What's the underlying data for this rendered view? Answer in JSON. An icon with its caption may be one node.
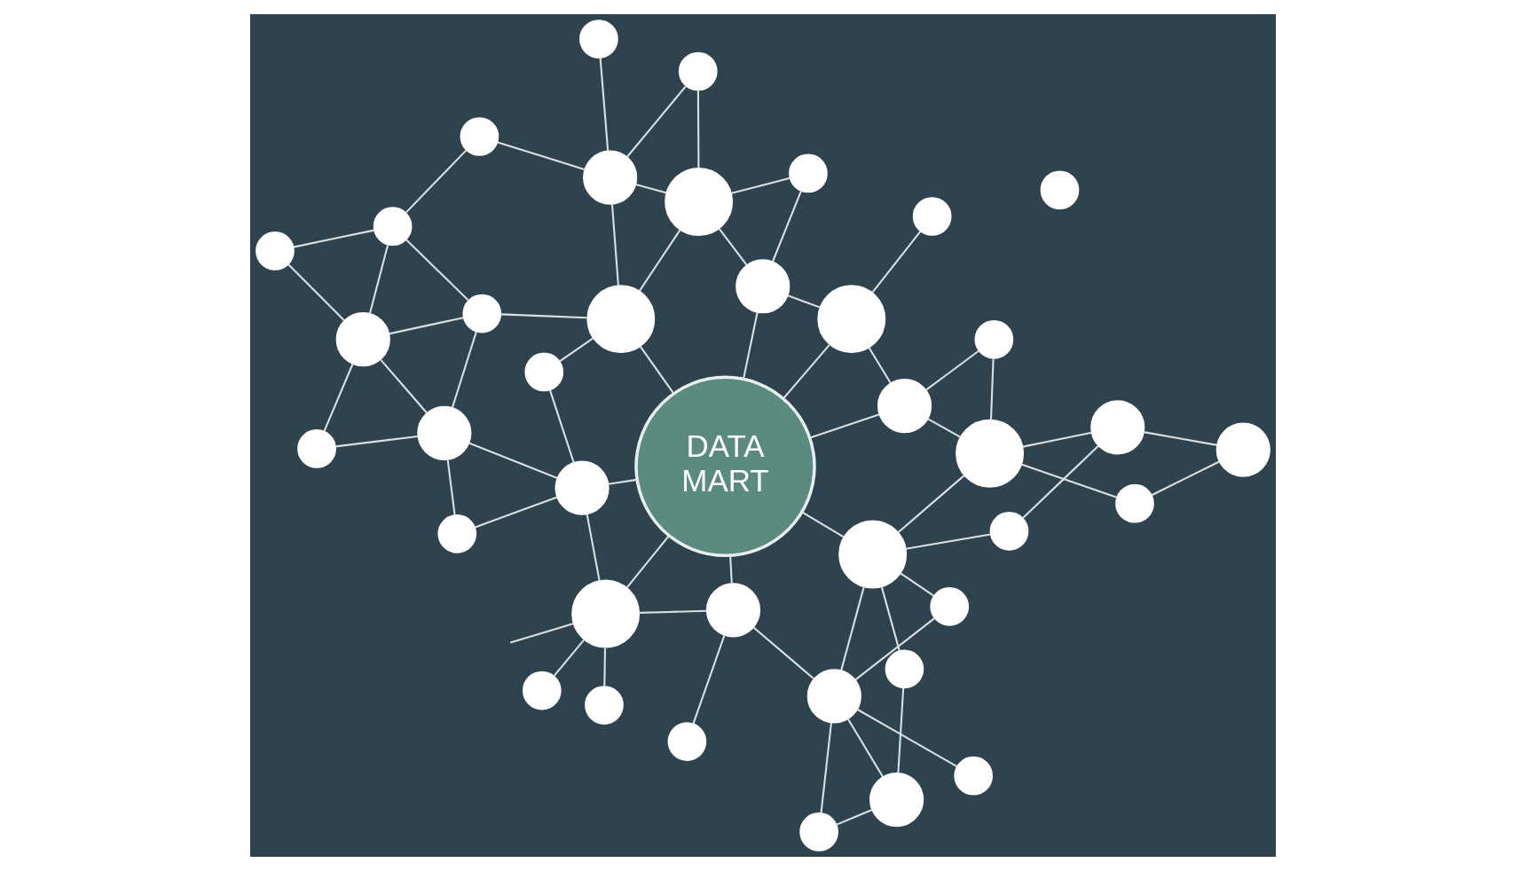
{
  "diagram": {
    "nodes": [
      {
        "text": [
          "DATA MART"
        ]
      },
      {
        "text": [],
        "shape": "circle"
      },
      {
        "text": [],
        "shape": "circle"
      },
      {
        "text": [],
        "shape": "circle"
      },
      {
        "text": [],
        "shape": "circle"
      },
      {
        "text": [],
        "shape": "circle"
      },
      {
        "text": [],
        "shape": "circle"
      },
      {
        "text": [],
        "shape": "circle"
      },
      {
        "text": [],
        "shape": "circle"
      },
      {
        "text": [],
        "shape": "circle"
      },
      {
        "text": [],
        "shape": "circle"
      },
      {
        "text": [],
        "shape": "circle"
      },
      {
        "text": [],
        "shape": "circle"
      },
      {
        "text": [],
        "shape": "circle"
      },
      {
        "text": [],
        "shape": "circle"
      },
      {
        "text": [],
        "shape": "circle"
      },
      {
        "text": [],
        "shape": "circle"
      },
      {
        "text": [],
        "shape": "circle"
      },
      {
        "text": [],
        "shape": "circle"
      },
      {
        "text": [],
        "shape": "circle"
      },
      {
        "text": [],
        "shape": "circle"
      },
      {
        "text": [],
        "shape": "circle"
      },
      {
        "text": [],
        "shape": "circle"
      },
      {
        "text": [],
        "shape": "circle"
      },
      {
        "text": [],
        "shape": "circle"
      },
      {
        "text": [],
        "shape": "circle"
      },
      {
        "text": [],
        "shape": "circle"
      },
      {
        "text": [],
        "shape": "circle"
      },
      {
        "text": [],
        "shape": "circle"
      },
      {
        "text": [],
        "shape": "circle"
      },
      {
        "text": [],
        "shape": "circle"
      },
      {
        "text": [],
        "shape": "circle"
      },
      {
        "text": [],
        "shape": "circle"
      },
      {
        "text": [],
        "shape": "circle"
      },
      {
        "text": [],
        "shape": "circle"
      },
      {
        "text": [],
        "shape": "circle"
      },
      {
        "text": [],
        "shape": "circle"
      },
      {
        "text": [],
        "shape": "circle"
      },
      {
        "text": [],
        "shape": "circle"
      },
      {
        "text": [],
        "shape": "circle"
      }
    ],
    "edges": [
      {
        "from": 6,
        "to": 10,
        "arrow": "none"
      },
      {
        "from": 6,
        "to": 12,
        "arrow": "none"
      },
      {
        "from": 5,
        "to": 12,
        "arrow": "none"
      },
      {
        "from": 5,
        "to": 14,
        "arrow": "none"
      },
      {
        "from": 10,
        "to": 12,
        "arrow": "none"
      },
      {
        "from": 10,
        "to": 17,
        "arrow": "none"
      },
      {
        "from": 10,
        "to": 20,
        "arrow": "none"
      },
      {
        "from": 10,
        "to": 16,
        "arrow": "none"
      },
      {
        "from": 12,
        "to": 16,
        "arrow": "none"
      },
      {
        "from": 12,
        "to": 14,
        "arrow": "none"
      },
      {
        "from": 16,
        "to": 20,
        "arrow": "none"
      },
      {
        "from": 16,
        "to": 22,
        "arrow": "none"
      },
      {
        "from": 17,
        "to": 20,
        "arrow": "none"
      },
      {
        "from": 19,
        "to": 14,
        "arrow": "none"
      },
      {
        "from": 19,
        "to": 22,
        "arrow": "none"
      },
      {
        "from": 22,
        "to": 0,
        "arrow": "none"
      },
      {
        "from": 20,
        "to": 24,
        "arrow": "none"
      },
      {
        "from": 24,
        "to": 26,
        "arrow": "none"
      },
      {
        "from": 26,
        "to": 22,
        "arrow": "none"
      },
      {
        "from": 26,
        "to": 28,
        "arrow": "none"
      },
      {
        "from": 26,
        "to": 34,
        "arrow": "none"
      },
      {
        "from": 26,
        "to": 29,
        "arrow": "none"
      },
      {
        "from": 22,
        "to": 29,
        "arrow": "none"
      },
      {
        "from": 29,
        "to": 34,
        "arrow": "none"
      },
      {
        "from": 29,
        "to": 38,
        "arrow": "none"
      },
      {
        "from": 29,
        "to": 33,
        "arrow": "none"
      },
      {
        "from": 38,
        "to": 33,
        "arrow": "none"
      },
      {
        "from": 1,
        "to": 8,
        "arrow": "none"
      },
      {
        "from": 2,
        "to": 8,
        "arrow": "none"
      },
      {
        "from": 8,
        "to": 14,
        "arrow": "none"
      },
      {
        "from": 8,
        "to": 0,
        "arrow": "none"
      },
      {
        "from": 8,
        "to": 13,
        "arrow": "none"
      },
      {
        "from": 13,
        "to": 7,
        "arrow": "none"
      },
      {
        "from": 13,
        "to": 11,
        "arrow": "none"
      },
      {
        "from": 13,
        "to": 0,
        "arrow": "none"
      },
      {
        "from": 14,
        "to": 0,
        "arrow": "none"
      },
      {
        "from": 4,
        "to": 11,
        "arrow": "none"
      },
      {
        "from": 3,
        "to": 11,
        "arrow": "none"
      },
      {
        "from": 3,
        "to": 9,
        "arrow": "none"
      },
      {
        "from": 11,
        "to": 9,
        "arrow": "none"
      },
      {
        "from": 11,
        "to": 15,
        "arrow": "none"
      },
      {
        "from": 11,
        "to": 21,
        "arrow": "none"
      },
      {
        "from": 15,
        "to": 21,
        "arrow": "none"
      },
      {
        "from": 9,
        "to": 18,
        "arrow": "none"
      },
      {
        "from": 18,
        "to": 21,
        "arrow": "none"
      },
      {
        "from": 21,
        "to": 0,
        "arrow": "none"
      },
      {
        "from": 21,
        "to": 23,
        "arrow": "none"
      },
      {
        "from": 23,
        "to": 25,
        "arrow": "none"
      },
      {
        "from": 21,
        "to": 30,
        "arrow": "none"
      },
      {
        "from": 25,
        "to": 30,
        "arrow": "none"
      },
      {
        "from": 25,
        "to": 32,
        "arrow": "none"
      },
      {
        "from": 32,
        "to": 36,
        "arrow": "none"
      },
      {
        "from": 30,
        "to": 36,
        "arrow": "none"
      },
      {
        "from": 30,
        "to": 31,
        "arrow": "none"
      },
      {
        "from": 30,
        "to": 37,
        "arrow": "none"
      },
      {
        "from": 31,
        "to": 37,
        "arrow": "none"
      },
      {
        "from": 0,
        "to": 33,
        "arrow": "none"
      },
      {
        "from": 0,
        "to": 35,
        "arrow": "none"
      },
      {
        "from": 0,
        "to": 31,
        "arrow": "none"
      },
      {
        "from": 33,
        "to": 35,
        "arrow": "none"
      },
      {
        "from": 35,
        "to": 39,
        "arrow": "none"
      },
      {
        "from": 35,
        "to": 31,
        "arrow": "none"
      },
      {
        "from": 8,
        "to": null,
        "arrow": "none"
      }
    ]
  }
}
